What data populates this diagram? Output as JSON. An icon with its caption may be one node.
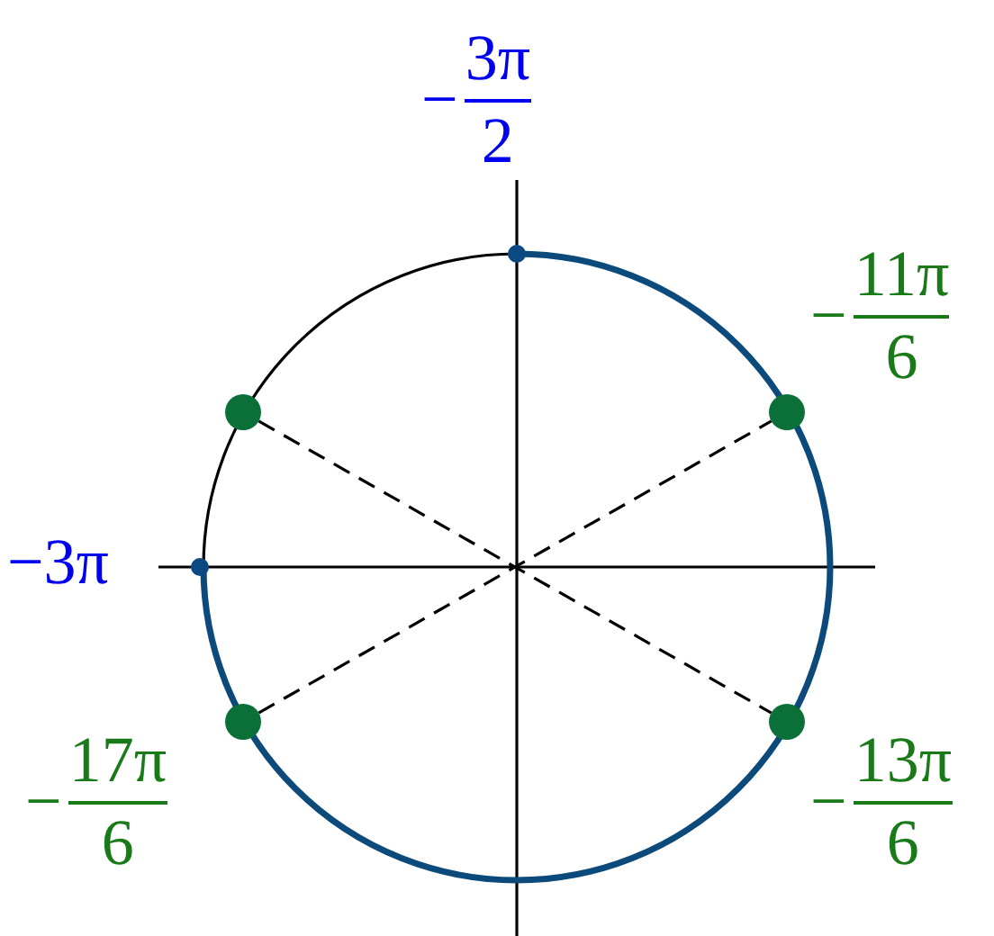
{
  "diagram": {
    "nodes": [
      {
        "text": [],
        "shape": "circle",
        "beside": [
          "−",
          "3π",
          "2"
        ]
      },
      {
        "text": [],
        "shape": "circle",
        "beside": [
          "−",
          "11π",
          "6"
        ]
      },
      {
        "text": [],
        "shape": "circle",
        "beside": [
          "−3π"
        ]
      },
      {
        "text": [],
        "shape": "circle",
        "beside": [
          "−",
          "17π",
          "6"
        ]
      },
      {
        "text": [],
        "shape": "circle",
        "beside": [
          "−",
          "13π",
          "6"
        ]
      },
      {
        "text": [],
        "shape": "circle"
      }
    ],
    "edges": [
      {
        "from": 5,
        "to": 4,
        "arrow": "none",
        "style": "dashed"
      },
      {
        "from": 3,
        "to": 1,
        "arrow": "none",
        "style": "dashed"
      }
    ]
  }
}
